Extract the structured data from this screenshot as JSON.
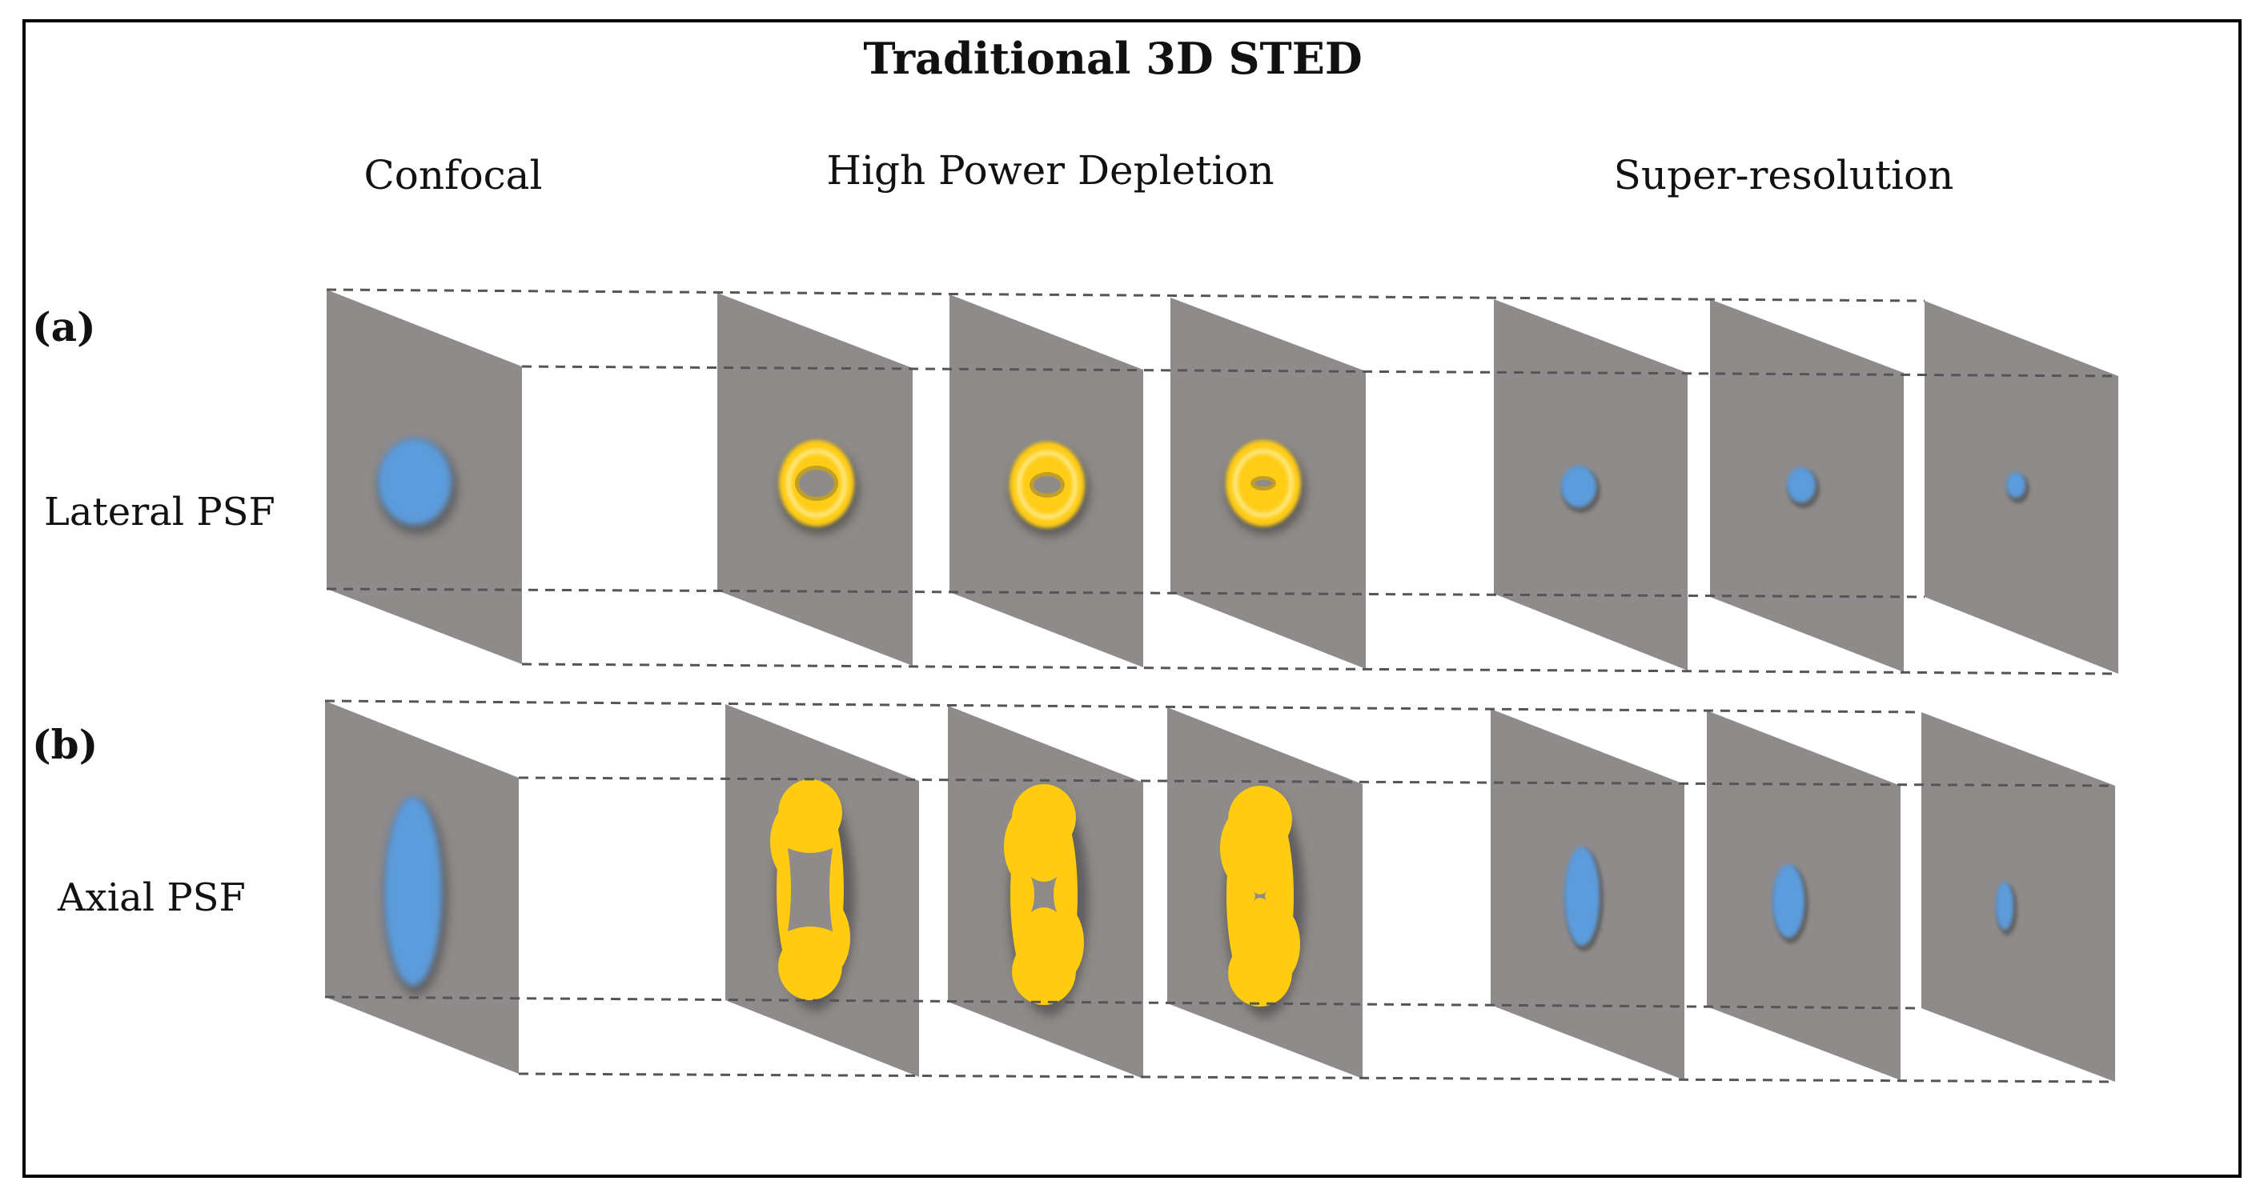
{
  "title": "Traditional 3D STED",
  "columns": {
    "confocal": "Confocal",
    "depletion": "High Power Depletion",
    "superres": "Super-resolution"
  },
  "rows": {
    "a": {
      "tag": "(a)",
      "label": "Lateral PSF"
    },
    "b": {
      "tag": "(b)",
      "label": "Axial PSF"
    }
  },
  "colors": {
    "frame": "#000000",
    "plane": "#8f8b8a",
    "dash": "#555555",
    "confocal_spot": "#5b9bdc",
    "depletion": "#ffcc12",
    "depletion_edge": "#fff3a8"
  }
}
